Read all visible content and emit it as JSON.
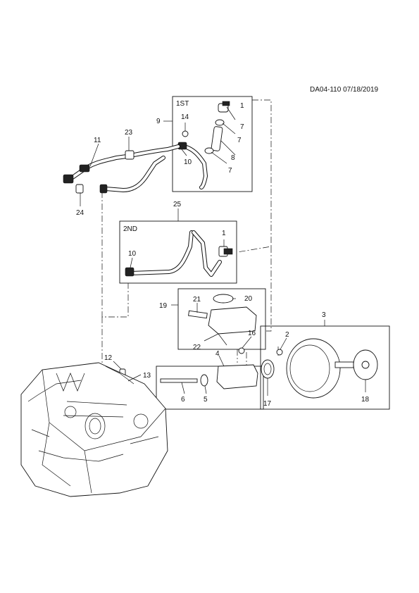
{
  "ref_code": "DA04-110 07/18/2019",
  "group_labels": {
    "first": "1ST",
    "second": "2ND"
  },
  "callouts": {
    "c1a": "1",
    "c1b": "1",
    "c2": "2",
    "c3": "3",
    "c4": "4",
    "c5": "5",
    "c6": "6",
    "c7a": "7",
    "c7b": "7",
    "c8": "8",
    "c9": "9",
    "c10a": "10",
    "c10b": "10",
    "c11": "11",
    "c12": "12",
    "c13": "13",
    "c14": "14",
    "c16": "16",
    "c17": "17",
    "c18": "18",
    "c19": "19",
    "c20": "20",
    "c21": "21",
    "c22": "22",
    "c23": "23",
    "c24": "24",
    "c25": "25"
  }
}
